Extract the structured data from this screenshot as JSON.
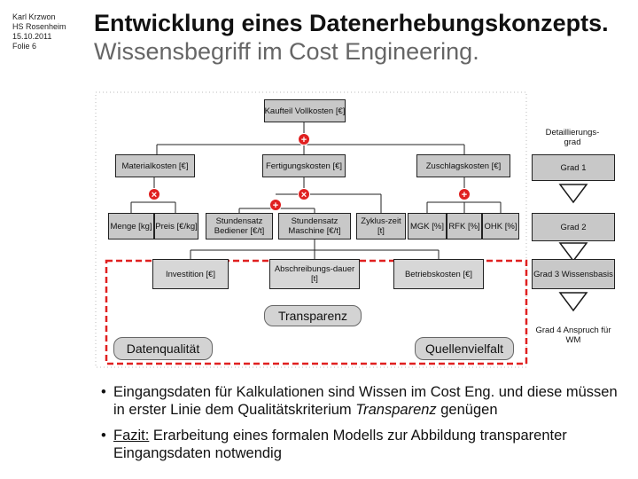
{
  "header": {
    "author": "Karl Krzwon",
    "institution": "HS Rosenheim",
    "date": "15.10.2011",
    "slide": "Folie 6",
    "title": "Entwicklung eines Datenerhebungskonzepts.",
    "subtitle": "Wissensbegriff im Cost Engineering."
  },
  "diagram": {
    "root": "Kaufteil Vollkosten [€]",
    "level1": {
      "material": "Materialkosten [€]",
      "fertigung": "Fertigungskosten [€]",
      "zuschlag": "Zuschlagskosten [€]"
    },
    "level2": {
      "menge": "Menge [kg]",
      "preis": "Preis [€/kg]",
      "stundensatz_bediener": "Stundensatz Bediener [€/t]",
      "stundensatz_maschine": "Stundensatz Maschine [€/t]",
      "zykluszeit": "Zyklus-zeit [t]",
      "mgk": "MGK [%]",
      "rfk": "RFK [%]",
      "ohk": "OHK [%]"
    },
    "level3": {
      "investition": "Investition [€]",
      "abschreibung": "Abschreibungs-dauer [t]",
      "betriebskosten": "Betriebskosten [€]"
    },
    "operators": {
      "plus": "+",
      "times": "×"
    },
    "grades": {
      "header": "Detaillierungs-grad",
      "g1": "Grad 1",
      "g2": "Grad 2",
      "g3": "Grad 3 Wissensbasis",
      "g4": "Grad 4 Anspruch für WM"
    },
    "transparenz": "Transparenz",
    "datenqualitaet": "Datenqualität",
    "quellenvielfalt": "Quellenvielfalt",
    "colors": {
      "operator": "#e02020",
      "dashed_frame": "#e02020",
      "arrow": "#1a1a1a",
      "box_fill": "#c8c8c8"
    }
  },
  "bullets": {
    "b1_part1": "Eingangsdaten für Kalkulationen sind Wissen im Cost Eng. und diese müssen in erster Linie dem Qualitätskriterium ",
    "b1_em": "Transparenz",
    "b1_part2": " genügen",
    "b2_label": "Fazit:",
    "b2_text": " Erarbeitung eines formalen Modells zur Abbildung transparenter Eingangsdaten notwendig"
  }
}
